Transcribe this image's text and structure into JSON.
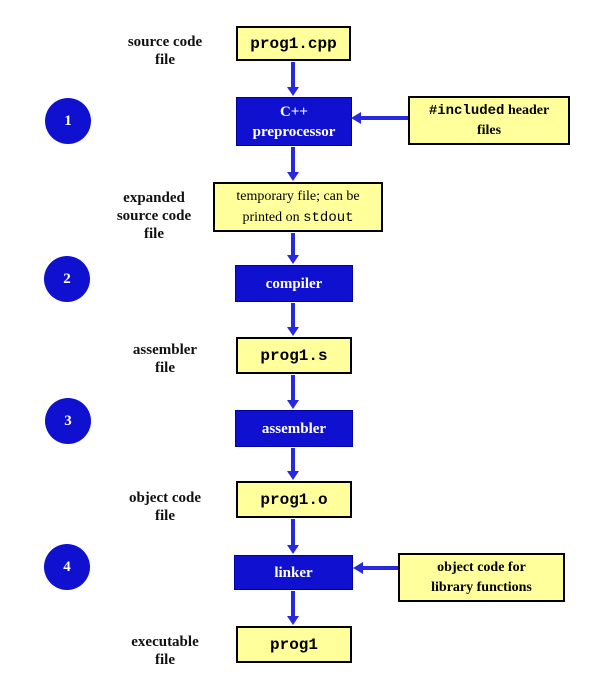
{
  "diagram": {
    "description": "C++ program build process flow",
    "colors": {
      "process_blue": "#0f10d0",
      "arrow_blue": "#2828dd",
      "file_yellow": "#ffff9c",
      "box_border": "#000000",
      "process_text": "#ffffff"
    },
    "steps": [
      "1",
      "2",
      "3",
      "4"
    ],
    "labels": {
      "source_code": [
        "source code",
        "file"
      ],
      "expanded": [
        "expanded",
        "source code",
        "file"
      ],
      "assembler": [
        "assembler",
        "file"
      ],
      "object_code": [
        "object code",
        "file"
      ],
      "executable": [
        "executable",
        "file"
      ]
    },
    "files": {
      "source": "prog1.cpp",
      "temp": {
        "line1": "temporary file; can be",
        "line2_prefix": "printed on ",
        "line2_mono": "stdout"
      },
      "assembly": "prog1.s",
      "object": "prog1.o",
      "executable": "prog1"
    },
    "processes": {
      "preprocessor": [
        "C++",
        "preprocessor"
      ],
      "compiler": "compiler",
      "assembler": "assembler",
      "linker": "linker"
    },
    "side_inputs": {
      "headers": {
        "line1_mono": "#included",
        "line1_rest": " header",
        "line2": "files"
      },
      "libraries": [
        "object code for",
        "library functions"
      ]
    }
  }
}
